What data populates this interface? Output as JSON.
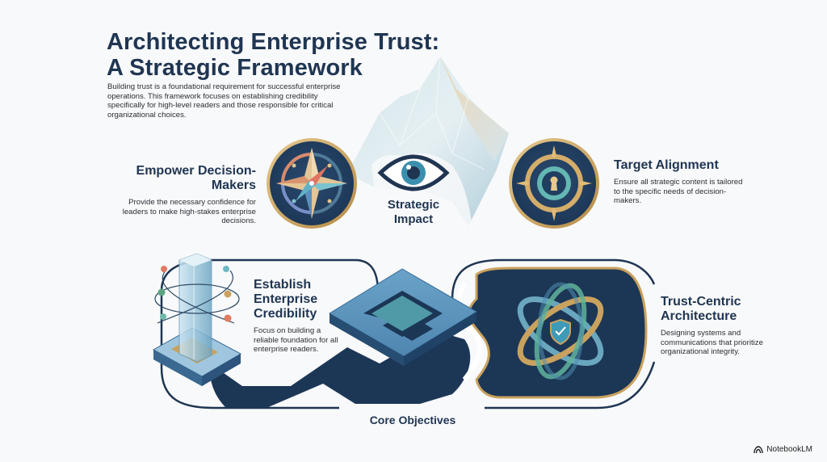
{
  "header": {
    "title_line1": "Architecting Enterprise Trust:",
    "title_line2": "A Strategic Framework",
    "intro": "Building trust is a foundational requirement for successful enterprise operations. This framework focuses on establishing credibility specifically for high-level readers and those responsible for critical organizational choices."
  },
  "top_section": {
    "center_label": "Strategic Impact",
    "center_icon": "eye-icon",
    "items": [
      {
        "title": "Empower Decision-Makers",
        "description": "Provide the necessary confidence for leaders to make high-stakes enterprise decisions.",
        "icon": "compass-icon"
      },
      {
        "title": "Target Alignment",
        "description": "Ensure all strategic content is tailored to the specific needs of decision-makers.",
        "icon": "keyhole-target-icon"
      }
    ]
  },
  "bottom_section": {
    "label": "Core Objectives",
    "items": [
      {
        "title": "Establish Enterprise Credibility",
        "description": "Focus on building a reliable foundation for all enterprise readers.",
        "icon": "crystal-pillar-icon"
      },
      {
        "title": "Trust-Centric Architecture",
        "description": "Designing systems and communications that prioritize organizational integrity.",
        "icon": "interlocked-rings-shield-icon"
      }
    ]
  },
  "colors": {
    "navy": "#1f3552",
    "teal": "#3f8fa8",
    "gold": "#c9a25e",
    "light_blue": "#5b8fbf",
    "background": "#f8f9fa"
  },
  "footer": {
    "brand": "NotebookLM"
  }
}
